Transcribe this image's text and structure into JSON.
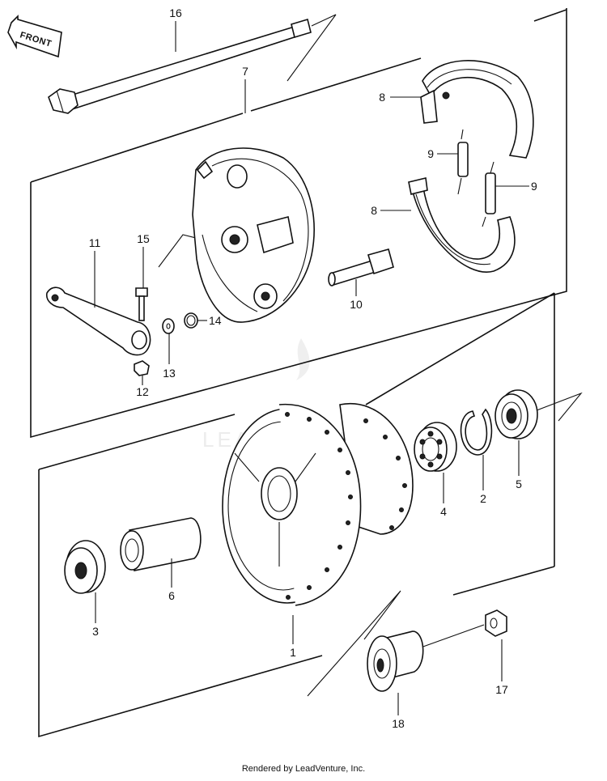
{
  "front_label": "FRONT",
  "callouts": {
    "c1": "1",
    "c2": "2",
    "c3": "3",
    "c4": "4",
    "c5": "5",
    "c6": "6",
    "c7": "7",
    "c8a": "8",
    "c8b": "8",
    "c9a": "9",
    "c9b": "9",
    "c10": "10",
    "c11": "11",
    "c12": "12",
    "c13": "13",
    "c14": "14",
    "c15": "15",
    "c16": "16",
    "c17": "17",
    "c18": "18"
  },
  "watermark": "LEADVENTURE",
  "footer": "Rendered by LeadVenture, Inc."
}
